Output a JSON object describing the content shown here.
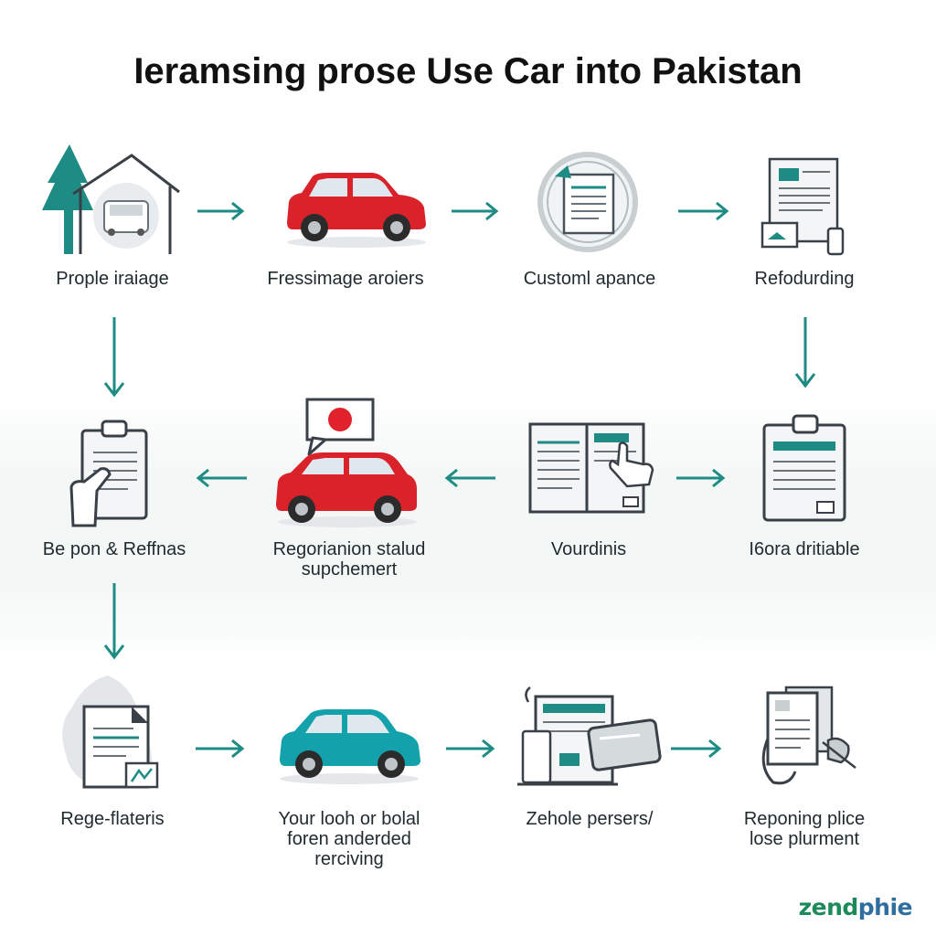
{
  "title": "Ieramsing prose Use Car into Pakistan",
  "colors": {
    "accent": "#1e8c84",
    "car_red": "#d9222a",
    "car_teal": "#13a1ac",
    "ink": "#4a5259"
  },
  "steps": [
    {
      "icon": "house-car-icon",
      "lines": [
        "Prople iraiage"
      ]
    },
    {
      "icon": "red-car-icon",
      "lines": [
        "Fressimage aroiers"
      ]
    },
    {
      "icon": "customs-document-icon",
      "lines": [
        "Customl apance"
      ]
    },
    {
      "icon": "documents-devices-icon",
      "lines": [
        "Refodurding"
      ]
    },
    {
      "icon": "clipboard-hand-icon",
      "lines": [
        "Be pon & Reffnas"
      ]
    },
    {
      "icon": "car-japan-flag-icon",
      "lines": [
        "Regorianion stalud",
        "supchemert"
      ]
    },
    {
      "icon": "open-book-pointer-icon",
      "lines": [
        "Vourdinis"
      ]
    },
    {
      "icon": "clipboard-checklist-icon",
      "lines": [
        "I6ora dritiable"
      ]
    },
    {
      "icon": "document-stamp-icon",
      "lines": [
        "Rege-flateris"
      ]
    },
    {
      "icon": "teal-car-icon",
      "lines": [
        "Your looh or bolal",
        "foren anderded",
        "rerciving"
      ]
    },
    {
      "icon": "document-screens-icon",
      "lines": [
        "Zehole persers/"
      ]
    },
    {
      "icon": "documents-tool-icon",
      "lines": [
        "Reponing plice",
        "lose plurment"
      ]
    }
  ],
  "brand": {
    "part1": "zend",
    "part2": "phie"
  }
}
